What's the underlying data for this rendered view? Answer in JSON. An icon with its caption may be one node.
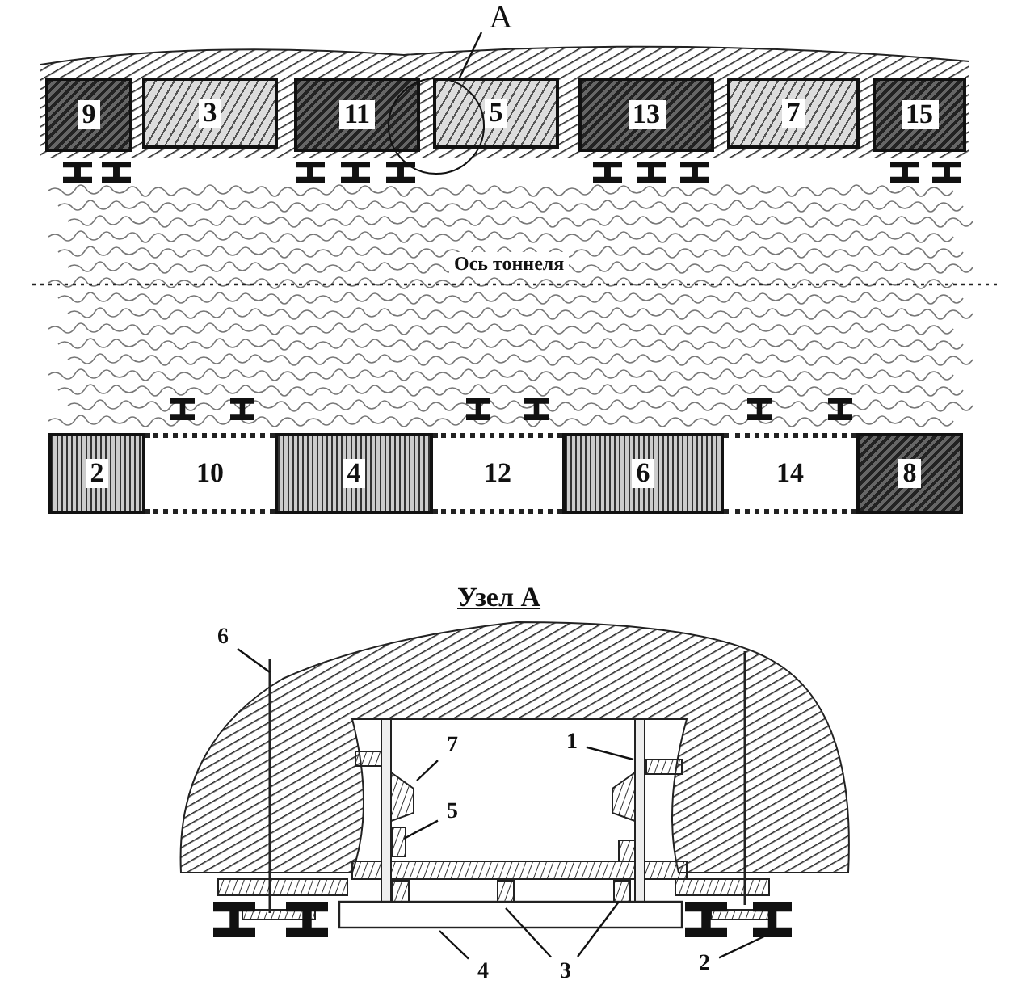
{
  "diagram": {
    "nodes": [
      {
        "text": [
          "9"
        ]
      },
      {
        "text": [
          "3"
        ]
      },
      {
        "text": [
          "11"
        ]
      },
      {
        "text": [
          "5"
        ]
      },
      {
        "text": [
          "13"
        ]
      },
      {
        "text": [
          "7"
        ]
      },
      {
        "text": [
          "15"
        ]
      },
      {
        "text": [
          "2"
        ]
      },
      {
        "text": [
          "10"
        ]
      },
      {
        "text": [
          "4"
        ]
      },
      {
        "text": [
          "12"
        ]
      },
      {
        "text": [
          "6"
        ]
      },
      {
        "text": [
          "14"
        ]
      },
      {
        "text": [
          "8"
        ]
      },
      {
        "text": [
          "А"
        ]
      },
      {
        "text": [],
        "shape": "circle"
      },
      {
        "text": [
          "6"
        ]
      },
      {
        "text": [
          "7"
        ]
      },
      {
        "text": [
          "5"
        ]
      },
      {
        "text": [
          "1"
        ]
      },
      {
        "text": [
          "4"
        ]
      },
      {
        "text": [
          "3"
        ]
      },
      {
        "text": [
          "2"
        ]
      }
    ],
    "edges": [
      {
        "from": 14,
        "to": 15,
        "arrow": "none"
      },
      {
        "from": 16,
        "to": null,
        "arrow": "none"
      },
      {
        "from": 17,
        "to": null,
        "arrow": "none"
      },
      {
        "from": 18,
        "to": null,
        "arrow": "none"
      },
      {
        "from": 19,
        "to": null,
        "arrow": "none"
      },
      {
        "from": 20,
        "to": null,
        "arrow": "none"
      },
      {
        "from": 21,
        "to": null,
        "arrow": "none"
      },
      {
        "from": 21,
        "to": null,
        "arrow": "none"
      },
      {
        "from": 22,
        "to": null,
        "arrow": "none"
      }
    ],
    "labels": [
      "Ось тоннеля",
      "Узел А"
    ]
  }
}
